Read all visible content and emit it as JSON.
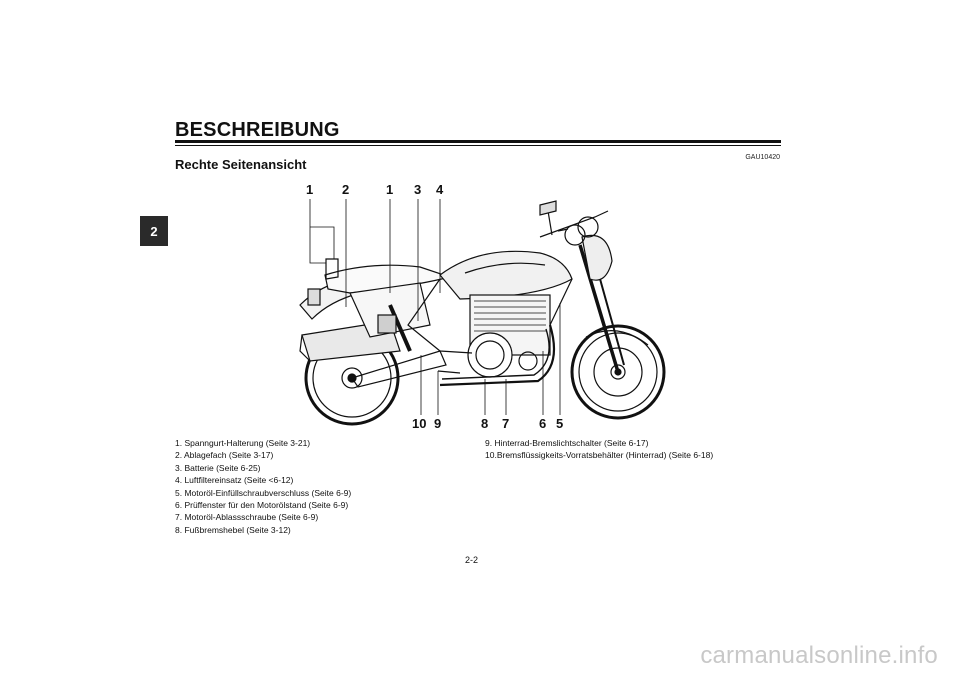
{
  "chapter_tab": "2",
  "section_title": "BESCHREIBUNG",
  "subsection_title": "Rechte Seitenansicht",
  "doc_code": "GAU10420",
  "callouts_top": [
    "1",
    "2",
    "1",
    "3",
    "4"
  ],
  "callouts_bottom": [
    "10",
    "9",
    "8",
    "7",
    "6",
    "5"
  ],
  "legend_left": [
    "1.  Spanngurt-Halterung (Seite 3-21)",
    "2.  Ablagefach (Seite 3-17)",
    "3.  Batterie (Seite 6-25)",
    "4.  Luftfiltereinsatz (Seite <6-12)",
    "5.  Motoröl-Einfüllschraubverschluss (Seite 6-9)",
    "6.  Prüffenster für den Motorölstand (Seite 6-9)",
    "7.  Motoröl-Ablassschraube (Seite 6-9)",
    "8.  Fußbremshebel (Seite 3-12)"
  ],
  "legend_right": [
    "9.  Hinterrad-Bremslichtschalter (Seite 6-17)",
    "10.Bremsflüssigkeits-Vorratsbehälter (Hinterrad) (Seite 6-18)"
  ],
  "page_number": "2-2",
  "watermark": "carmanualsonline.info"
}
